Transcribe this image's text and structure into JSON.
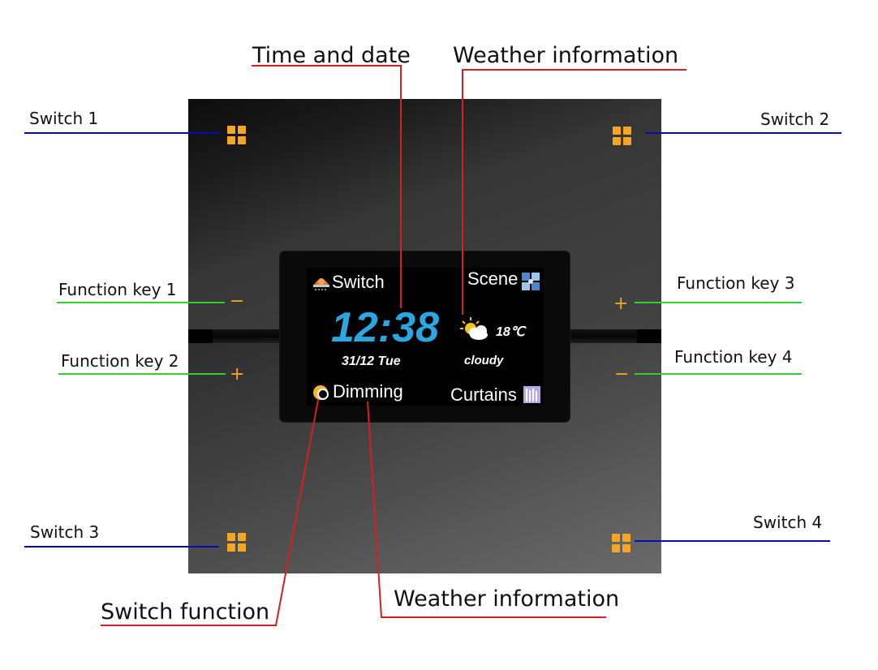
{
  "annotations": {
    "time_and_date": "Time and date",
    "weather_information_top": "Weather information",
    "switch_1": "Switch 1",
    "switch_2": "Switch 2",
    "function_key_1": "Function key 1",
    "function_key_3": "Function key 3",
    "function_key_2": "Function key 2",
    "function_key_4": "Function key 4",
    "switch_3": "Switch 3",
    "switch_4": "Switch 4",
    "switch_function": "Switch function",
    "weather_information_bottom": "Weather information"
  },
  "screen": {
    "switch_label": "Switch",
    "scene_label": "Scene",
    "time": "12:38",
    "date": "31/12  Tue",
    "temperature": "18℃",
    "weather": "cloudy",
    "dimming_label": "Dimming",
    "curtains_label": "Curtains"
  },
  "keys": {
    "function_key_1_symbol": "−",
    "function_key_2_symbol": "+",
    "function_key_3_symbol": "+",
    "function_key_4_symbol": "−"
  },
  "colors": {
    "blue_leader": "#0a0ab4",
    "green_leader": "#33cc33",
    "red_leader": "#d42020",
    "key_orange": "#f5a623",
    "time_blue": "#2aa7e0"
  },
  "icons": {
    "switch": "grid-icon",
    "screen_switch": "lamp-icon",
    "screen_scene": "scene-icon",
    "screen_weather": "sun-cloud-icon",
    "screen_dimming": "dimmer-icon",
    "screen_curtains": "curtain-icon"
  }
}
